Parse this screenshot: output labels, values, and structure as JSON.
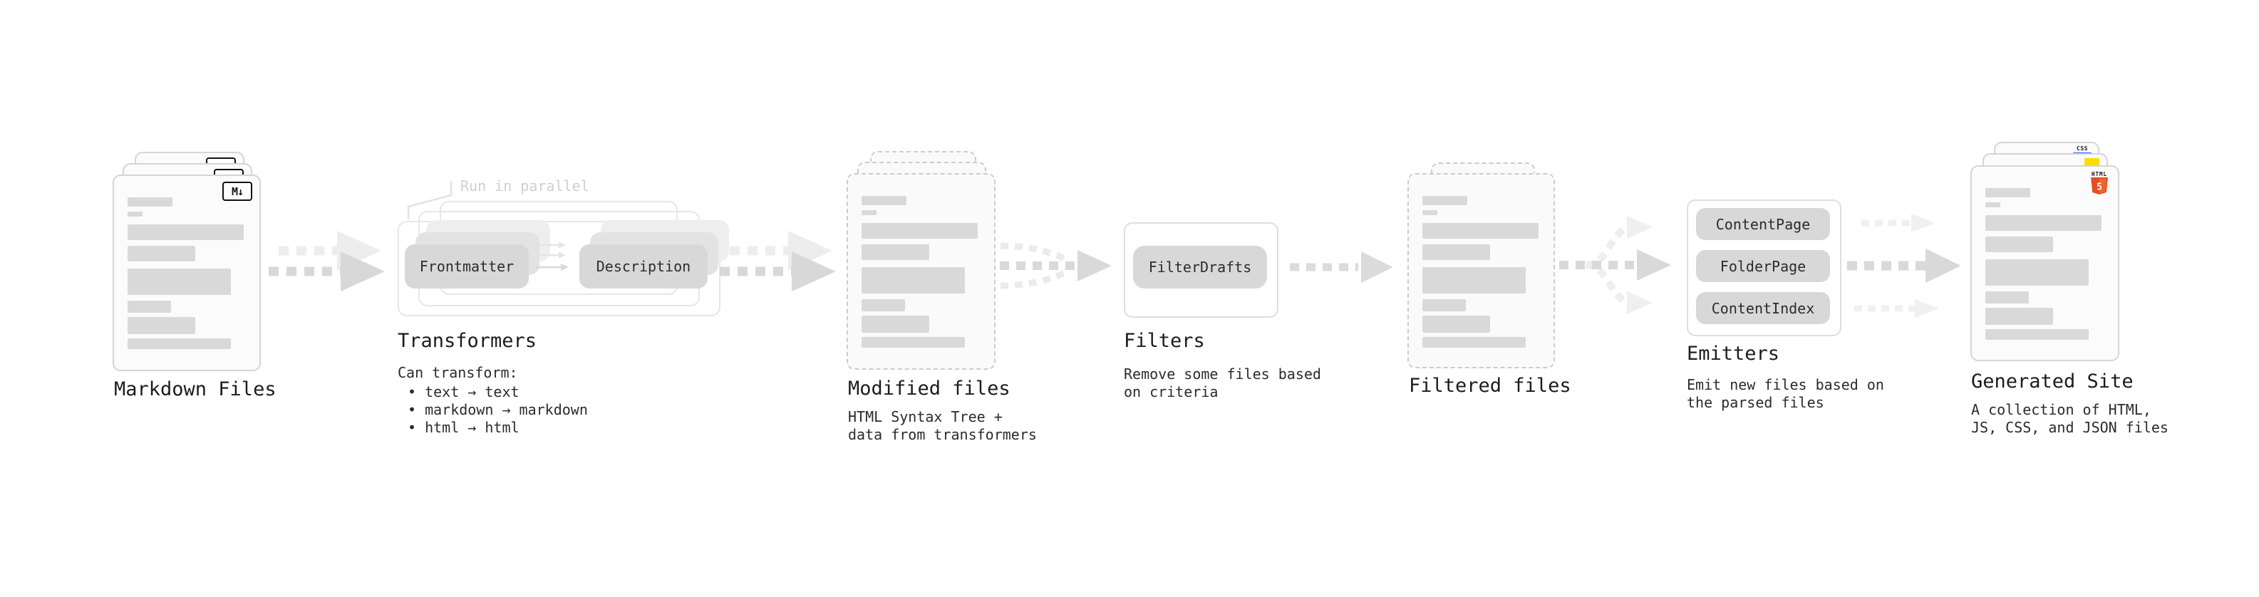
{
  "stages": {
    "markdown": {
      "title": "Markdown Files",
      "badge": "M↓"
    },
    "transformers": {
      "title": "Transformers",
      "annotation": "Run in parallel",
      "box1": "Frontmatter",
      "box2": "Description",
      "desc": "Can transform:",
      "bullets": [
        "• text → text",
        "• markdown → markdown",
        "• html → html"
      ]
    },
    "modified": {
      "title": "Modified files",
      "desc1": "HTML Syntax Tree +",
      "desc2": "data from transformers"
    },
    "filters": {
      "title": "Filters",
      "box1": "FilterDrafts",
      "desc1": "Remove some files based",
      "desc2": "on criteria"
    },
    "filtered": {
      "title": "Filtered files"
    },
    "emitters": {
      "title": "Emitters",
      "box1": "ContentPage",
      "box2": "FolderPage",
      "box3": "ContentIndex",
      "desc1": "Emit new files based on",
      "desc2": "the parsed files"
    },
    "generated": {
      "title": "Generated Site",
      "desc1": "A collection of HTML,",
      "desc2": "JS, CSS, and JSON files",
      "css_badge": "CSS",
      "html_badge": "HTML",
      "html_digit": "5"
    }
  },
  "colors": {
    "html5_orange": "#e44d26",
    "html5_orange_light": "#f16529",
    "js_yellow": "#ffdd00",
    "css_blue": "#2965f1",
    "bar_gray": "#d9d9d9"
  }
}
